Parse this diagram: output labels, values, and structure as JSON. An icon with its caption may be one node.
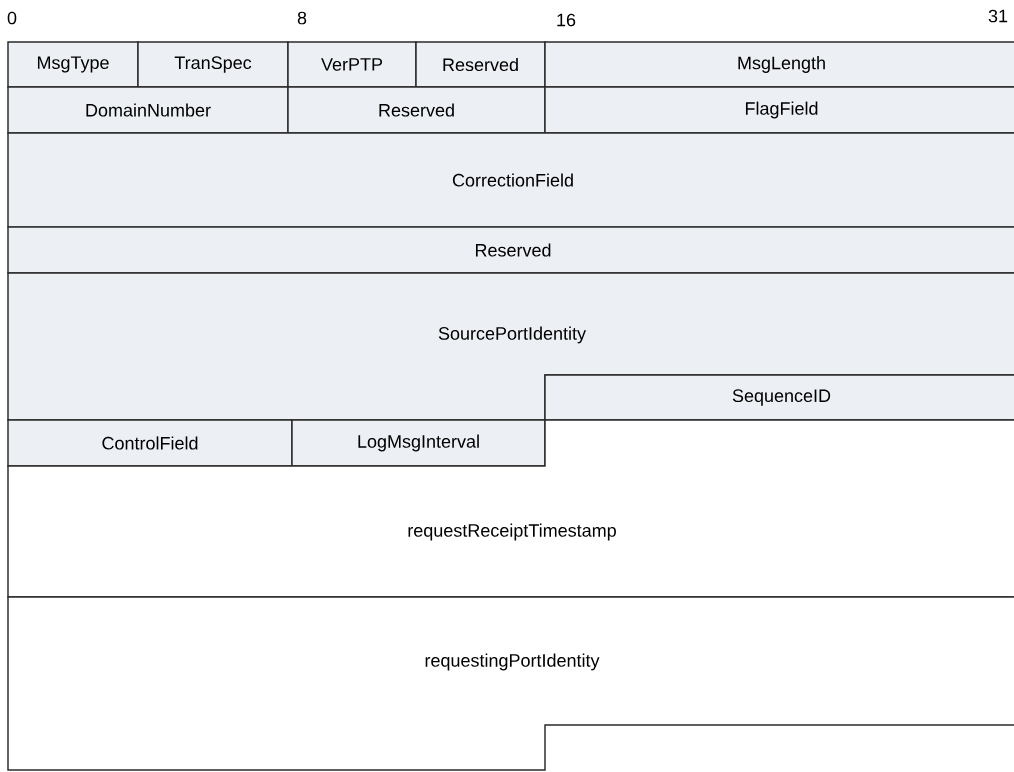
{
  "diagram": {
    "nodes": [
      {
        "text": [
          "MsgType"
        ]
      },
      {
        "text": [
          "TranSpec"
        ]
      },
      {
        "text": [
          "VerPTP"
        ]
      },
      {
        "text": [
          "Reserved"
        ]
      },
      {
        "text": [
          "MsgLength"
        ]
      },
      {
        "text": [
          "DomainNumber"
        ]
      },
      {
        "text": [
          "Reserved"
        ]
      },
      {
        "text": [
          "FlagField"
        ]
      },
      {
        "text": [
          "CorrectionField"
        ]
      },
      {
        "text": [
          "Reserved"
        ]
      },
      {
        "text": [
          "SourcePortIdentity"
        ]
      },
      {
        "text": [
          "SequenceID"
        ]
      },
      {
        "text": [
          "ControlField"
        ]
      },
      {
        "text": [
          "LogMsgInterval"
        ]
      },
      {
        "text": [
          "requestReceiptTimestamp"
        ]
      },
      {
        "text": [
          "requestingPortIdentity"
        ]
      }
    ],
    "labels": [
      "0",
      "8",
      "16",
      "31"
    ]
  }
}
